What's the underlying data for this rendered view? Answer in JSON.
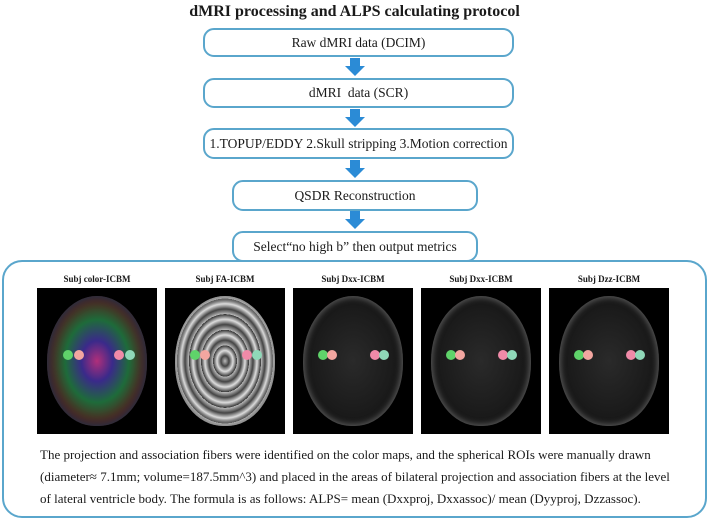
{
  "title": "dMRI processing and ALPS calculating protocol",
  "flow": {
    "steps": [
      {
        "label": "Raw dMRI data (DCIM)"
      },
      {
        "label": "dMRI  data (SCR)"
      },
      {
        "label": "1.TOPUP/EDDY 2.Skull stripping 3.Motion correction"
      },
      {
        "label": "QSDR Reconstruction"
      },
      {
        "label": "Select“no high b” then output metrics"
      }
    ]
  },
  "panel": {
    "figures": [
      {
        "label": "Subj color-ICBM"
      },
      {
        "label": "Subj FA-ICBM"
      },
      {
        "label": "Subj Dxx-ICBM"
      },
      {
        "label": "Subj Dxx-ICBM"
      },
      {
        "label": "Subj Dzz-ICBM"
      }
    ],
    "caption": "The projection and association fibers were identified on the color maps, and the spherical ROIs were manually drawn (diameter≈ 7.1mm; volume=187.5mm^3) and placed in the areas of bilateral projection and association fibers at the level of lateral ventricle body. The formula is as follows: ALPS= mean (Dxxproj, Dxxassoc)/ mean (Dyyproj, Dzzassoc)."
  },
  "colors": {
    "box_border": "#5aa6cc",
    "arrow": "#2b8bd6",
    "roi_green": "#5fd36a",
    "roi_pink": "#f3a6a0",
    "roi_teal": "#8fd8b8"
  }
}
